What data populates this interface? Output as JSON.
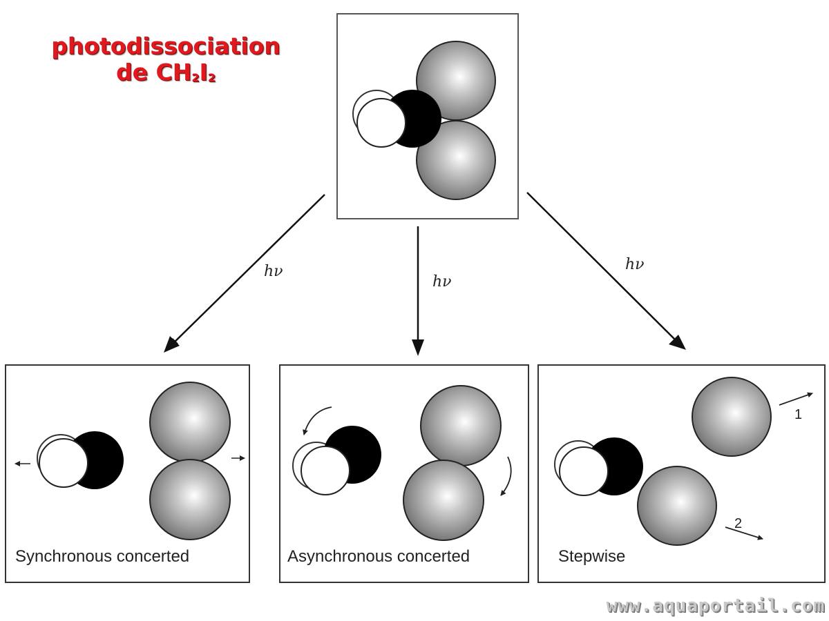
{
  "title": {
    "line1": "photodissociation",
    "line2_prefix": "de CH",
    "sub1": "2",
    "line2_mid": "I",
    "sub2": "2"
  },
  "arrows": {
    "left_label": "hν",
    "middle_label": "hν",
    "right_label": "hν"
  },
  "panels": {
    "synchronous": {
      "caption": "Synchronous concerted"
    },
    "asynchronous": {
      "caption": "Asynchronous concerted"
    },
    "stepwise": {
      "caption": "Stepwise",
      "step1_label": "1",
      "step2_label": "2"
    }
  },
  "watermark": "www.aquaportail.com",
  "colors": {
    "title_red": "#e0191f",
    "carbon": "#000000",
    "hydrogen": "#ffffff",
    "iodine_light": "#f4f4f4",
    "iodine_dark": "#7a7a7a",
    "frame": "#555555"
  }
}
